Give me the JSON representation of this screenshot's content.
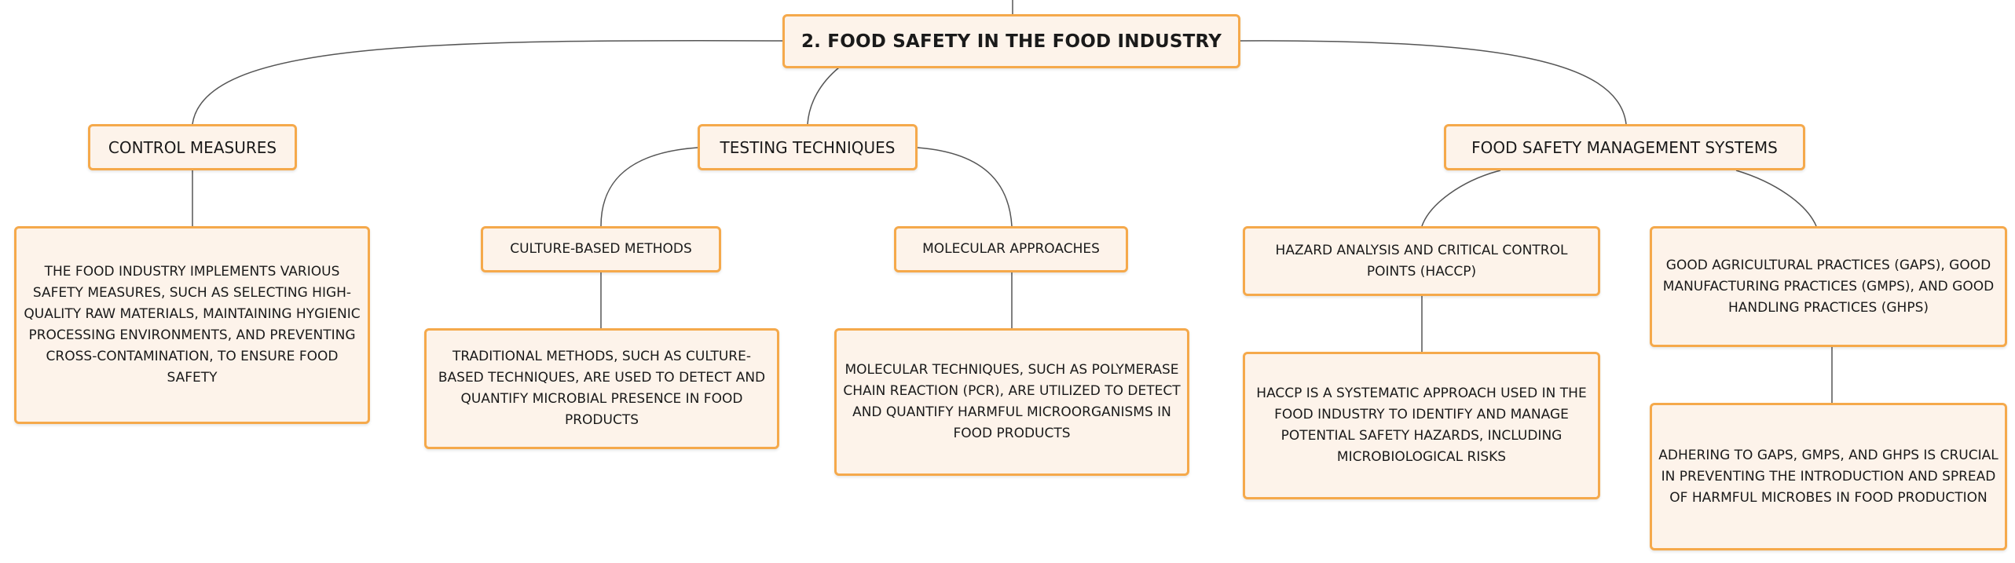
{
  "root": {
    "title": "2. FOOD SAFETY IN THE FOOD INDUSTRY"
  },
  "branches": {
    "control": {
      "label": "CONTROL MEASURES",
      "detail": "THE FOOD INDUSTRY IMPLEMENTS VARIOUS SAFETY MEASURES, SUCH AS SELECTING HIGH-QUALITY RAW MATERIALS, MAINTAINING HYGIENIC PROCESSING ENVIRONMENTS, AND PREVENTING CROSS-CONTAMINATION, TO ENSURE FOOD SAFETY"
    },
    "testing": {
      "label": "TESTING TECHNIQUES",
      "culture": {
        "label": "CULTURE-BASED METHODS",
        "detail": "TRADITIONAL METHODS, SUCH AS CULTURE-BASED TECHNIQUES, ARE USED TO DETECT AND QUANTIFY MICROBIAL PRESENCE IN FOOD PRODUCTS"
      },
      "molecular": {
        "label": "MOLECULAR APPROACHES",
        "detail": "MOLECULAR TECHNIQUES, SUCH AS POLYMERASE CHAIN REACTION (PCR), ARE UTILIZED TO DETECT AND QUANTIFY HARMFUL MICROORGANISMS IN FOOD PRODUCTS"
      }
    },
    "fsms": {
      "label": "FOOD SAFETY MANAGEMENT SYSTEMS",
      "haccp": {
        "label": "HAZARD ANALYSIS AND CRITICAL CONTROL POINTS (HACCP)",
        "detail": "HACCP IS A SYSTEMATIC APPROACH USED IN THE FOOD INDUSTRY TO IDENTIFY AND MANAGE POTENTIAL SAFETY HAZARDS, INCLUDING MICROBIOLOGICAL RISKS"
      },
      "gaps": {
        "label": "GOOD AGRICULTURAL PRACTICES (GAPS), GOOD MANUFACTURING PRACTICES (GMPS), AND GOOD HANDLING PRACTICES (GHPS)",
        "detail": "ADHERING TO GAPS, GMPS, AND GHPS IS CRUCIAL IN PREVENTING THE INTRODUCTION AND SPREAD OF HARMFUL MICROBES IN FOOD PRODUCTION"
      }
    }
  },
  "colors": {
    "node_fill": "#fdf3ea",
    "node_border": "#f5a94b",
    "connector": "#555555"
  }
}
